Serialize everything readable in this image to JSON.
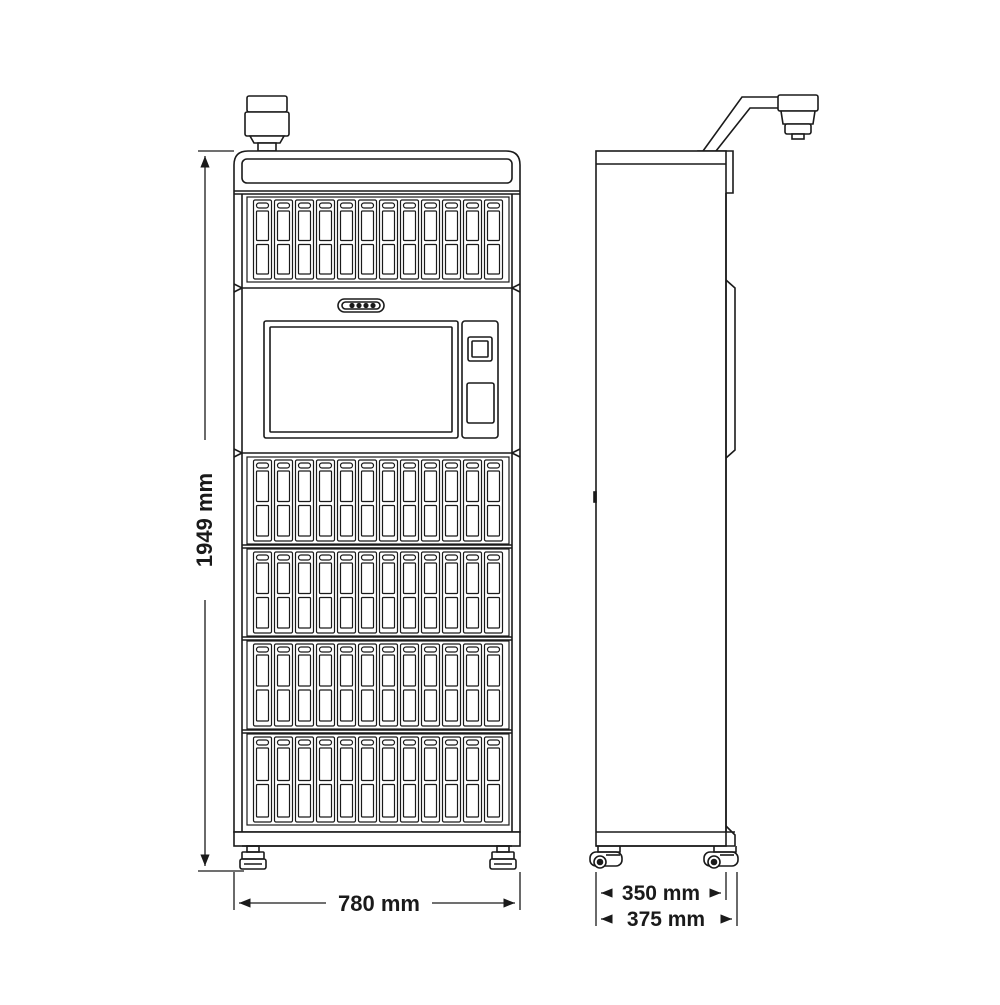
{
  "dimensions": {
    "height": "1949 mm",
    "width": "780 mm",
    "depth_body": "350 mm",
    "depth_total": "375 mm"
  },
  "layout": {
    "upper_bank": {
      "rows": 1,
      "columns": 12
    },
    "lower_banks": {
      "count": 4,
      "rows": 1,
      "columns": 12
    }
  },
  "colors": {
    "line": "#1a1a1a",
    "background": "#ffffff"
  },
  "icons": {
    "beacon": "beacon-light-icon",
    "card_reader": "card-reader-icon",
    "scanner": "scanner-icon",
    "indicator": "indicator-lights-icon",
    "camera": "camera-icon",
    "caster": "caster-wheel-icon"
  }
}
